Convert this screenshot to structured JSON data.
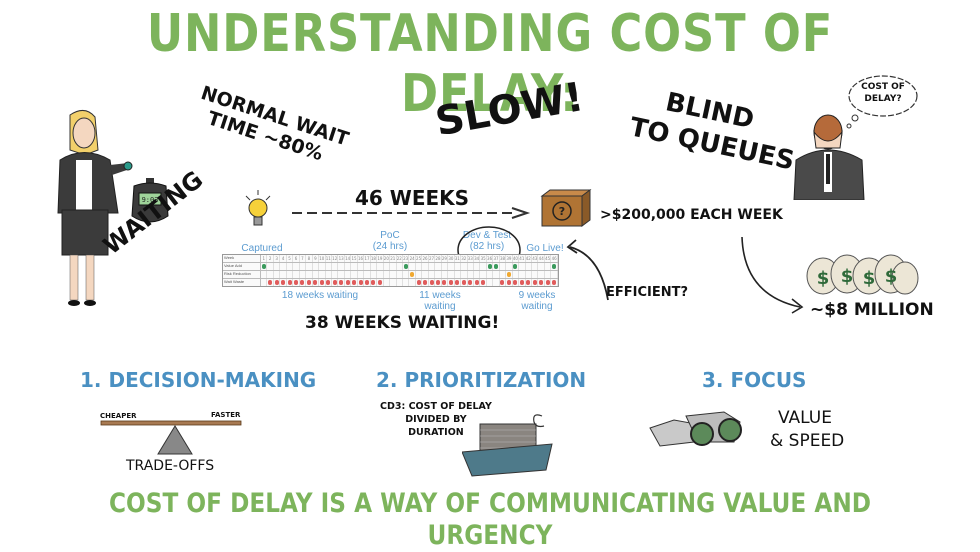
{
  "title": "UNDERSTANDING COST OF DELAY:",
  "top_notes": {
    "normal_wait": [
      "NORMAL WAIT",
      "TIME ~80%"
    ],
    "slow": "SLOW!",
    "blind": [
      "BLIND",
      "TO QUEUES"
    ],
    "thought_bubble": [
      "COST OF",
      "DELAY?"
    ],
    "waiting": "WAITING"
  },
  "timeline": {
    "duration_label": "46 WEEKS",
    "milestones": [
      {
        "label": "Captured",
        "sub": ""
      },
      {
        "label": "PoC",
        "sub": "(24 hrs)"
      },
      {
        "label": "Dev & Test",
        "sub": "(82 hrs)"
      },
      {
        "label": "Go Live!",
        "sub": ""
      }
    ],
    "rows": [
      "Week",
      "Value Add",
      "Risk Reduction",
      "Wait Waste"
    ],
    "weeks": 46,
    "value_add_weeks": [
      1,
      23,
      36,
      37,
      40,
      46
    ],
    "risk_reduction_weeks": [
      24,
      39
    ],
    "wait_waste_ranges": [
      [
        2,
        19
      ],
      [
        25,
        35
      ],
      [
        38,
        46
      ]
    ],
    "wait_segments": [
      "18 weeks waiting",
      "11 weeks waiting",
      "9 weeks waiting"
    ],
    "total_wait": "38 WEEKS WAITING!",
    "efficient": "EFFICIENT?"
  },
  "cost": {
    "per_week": ">$200,000 EACH WEEK",
    "total": "~$8 MILLION"
  },
  "sections": [
    {
      "heading": "1. DECISION-MAKING",
      "left": "CHEAPER",
      "right": "FASTER",
      "caption": "TRADE-OFFS"
    },
    {
      "heading": "2. PRIORITIZATION",
      "lines": [
        "CD3: COST OF DELAY",
        "DIVIDED BY",
        "DURATION"
      ]
    },
    {
      "heading": "3. FOCUS",
      "lines": [
        "VALUE",
        "& SPEED"
      ]
    }
  ],
  "footer": "COST OF DELAY IS A WAY OF COMMUNICATING VALUE AND URGENCY",
  "colors": {
    "green": "#7db45c",
    "blue": "#4a90c2",
    "timeline_blue": "#5b9bd0",
    "value_add": "#3a9a5c",
    "risk": "#f0a830",
    "waste": "#e05c5c"
  }
}
